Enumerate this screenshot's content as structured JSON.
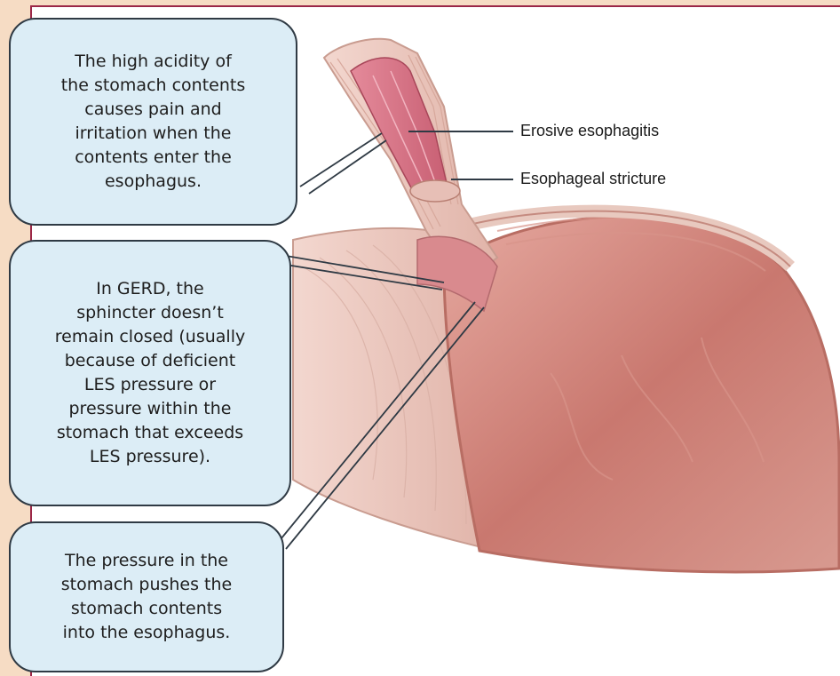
{
  "labels": {
    "erosive": "Erosive esophagitis",
    "stricture": "Esophageal stricture"
  },
  "callouts": {
    "acidity": "The high acidity of\nthe stomach contents\ncauses pain and\nirritation when the\ncontents enter the\nesophagus.",
    "sphincter": "In GERD, the\nsphincter doesn’t\nremain closed (usually\nbecause of deficient\nLES pressure or\npressure within the\nstomach that exceeds\nLES pressure).",
    "pressure": "The pressure in the\nstomach pushes the\nstomach contents\ninto the esophagus."
  },
  "colors": {
    "panel_border": "#9b2747",
    "callout_fill": "#dcedf6",
    "tissue_outer": "#e8b8ae",
    "tissue_inner": "#c9786f",
    "background": "#f6dcc4"
  }
}
